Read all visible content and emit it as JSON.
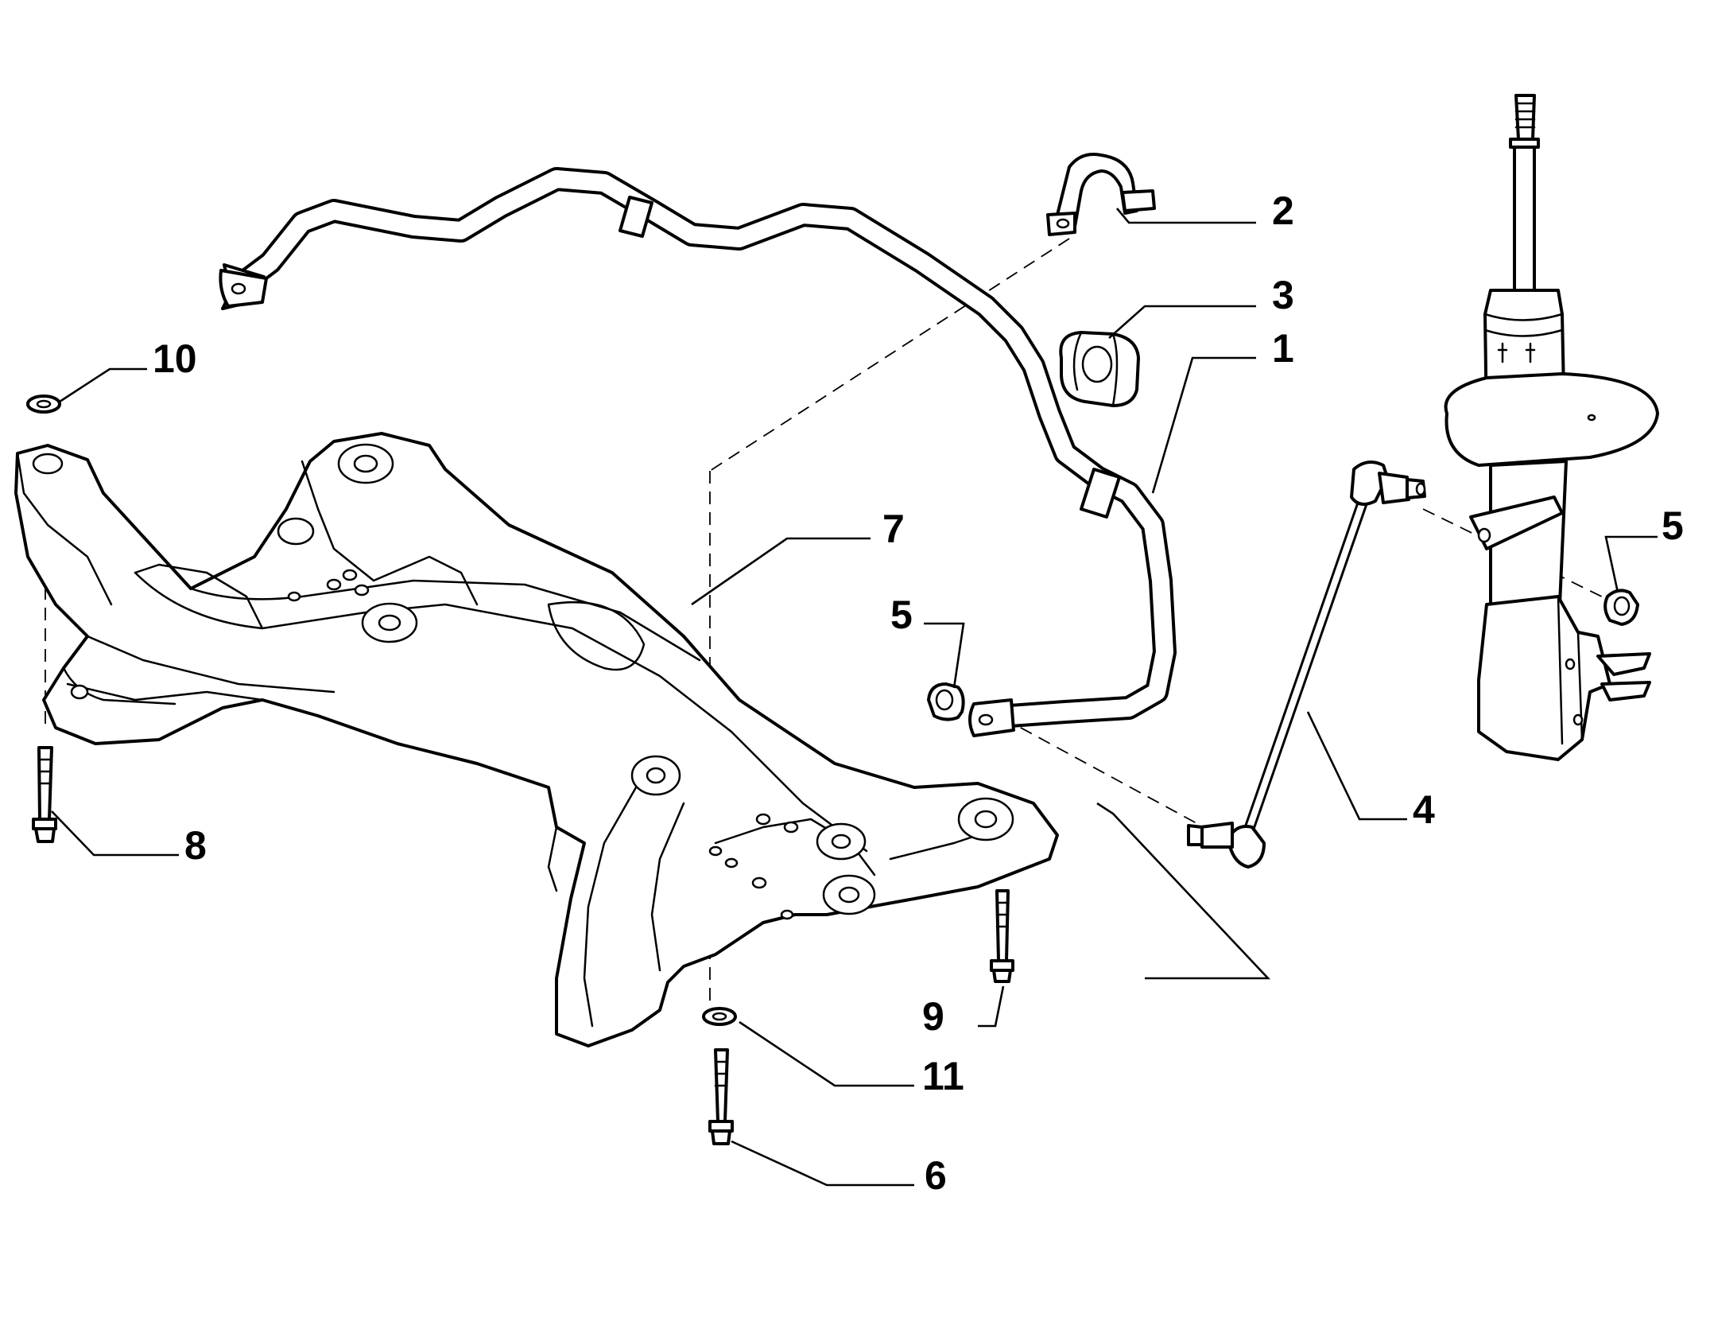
{
  "diagram": {
    "callouts": [
      {
        "id": "1",
        "label": "1",
        "part": "stabilizer-bar"
      },
      {
        "id": "2",
        "label": "2",
        "part": "bar-mounting-bracket"
      },
      {
        "id": "3",
        "label": "3",
        "part": "bar-bushing"
      },
      {
        "id": "4",
        "label": "4",
        "part": "stabilizer-link"
      },
      {
        "id": "5a",
        "label": "5",
        "part": "nut"
      },
      {
        "id": "5b",
        "label": "5",
        "part": "nut"
      },
      {
        "id": "6",
        "label": "6",
        "part": "bolt"
      },
      {
        "id": "7",
        "label": "7",
        "part": "subframe"
      },
      {
        "id": "8",
        "label": "8",
        "part": "bolt"
      },
      {
        "id": "9",
        "label": "9",
        "part": "bolt"
      },
      {
        "id": "10",
        "label": "10",
        "part": "washer"
      },
      {
        "id": "11",
        "label": "11",
        "part": "washer"
      }
    ],
    "colors": {
      "line": "#000000",
      "background": "#ffffff"
    }
  }
}
